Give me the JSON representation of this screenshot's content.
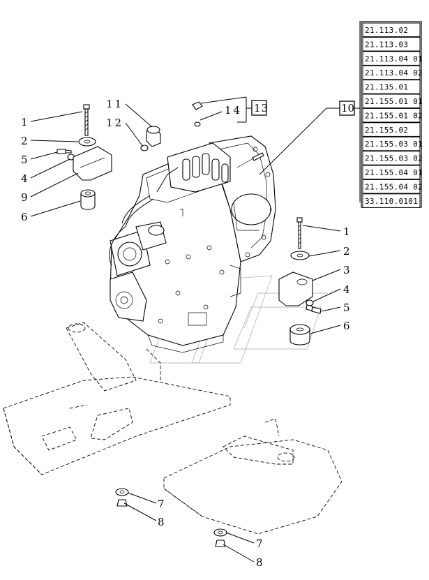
{
  "callouts_left": [
    "1",
    "2",
    "5",
    "4",
    "9",
    "6"
  ],
  "callouts_top": [
    "11",
    "12",
    "14"
  ],
  "callouts_right": [
    "1",
    "2",
    "3",
    "4",
    "5",
    "6"
  ],
  "callouts_bottom": [
    "7",
    "8",
    "7",
    "8"
  ],
  "group_box_label": "13",
  "housing_box_label": "10",
  "reference_codes": [
    "21.113.02",
    "21.113.03",
    "21.113.04 01",
    "21.113.04 02",
    "21.135.01",
    "21.155.01 01",
    "21.155.01 02",
    "21.155.02",
    "21.155.03 01",
    "21.155.03 02",
    "21.155.04 01",
    "21.155.04 02",
    "33.110.0101"
  ]
}
